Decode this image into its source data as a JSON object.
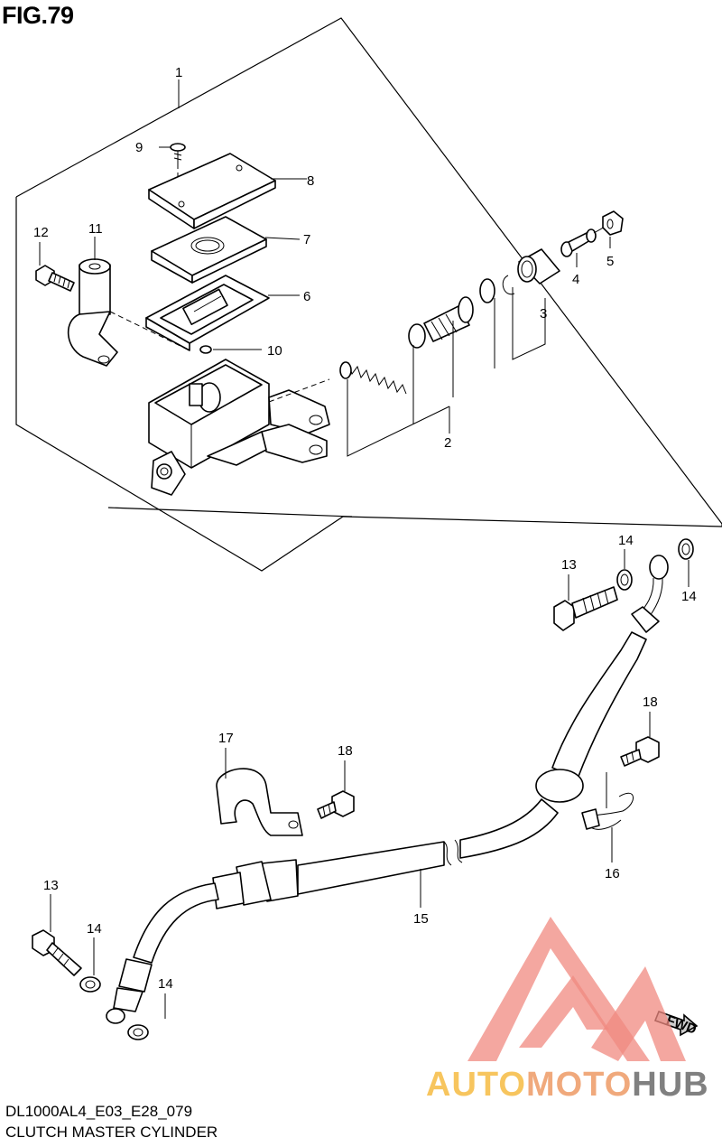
{
  "figure": {
    "title": "FIG.79",
    "code": "DL1000AL4_E03_E28_079",
    "name": "CLUTCH MASTER CYLINDER"
  },
  "callouts": {
    "c1": "1",
    "c2": "2",
    "c3": "3",
    "c4": "4",
    "c5": "5",
    "c6": "6",
    "c7": "7",
    "c8": "8",
    "c9": "9",
    "c10": "10",
    "c11": "11",
    "c12": "12",
    "c13a": "13",
    "c13b": "13",
    "c14a": "14",
    "c14b": "14",
    "c14c": "14",
    "c14d": "14",
    "c15": "15",
    "c16": "16",
    "c17": "17",
    "c18a": "18",
    "c18b": "18"
  },
  "fwd_label": "FWD",
  "watermark": {
    "auto": "AUTO",
    "moto": "MOTO",
    "hub": "HUB",
    "colors": {
      "auto": "#f7c55e",
      "moto": "#f0a97c",
      "hub": "#808080",
      "logo": "#f08a80"
    }
  }
}
